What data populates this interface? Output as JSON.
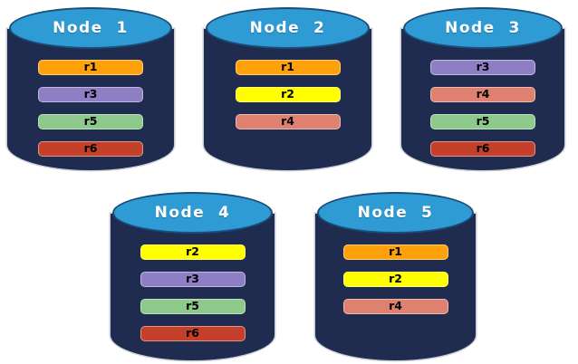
{
  "diagram": {
    "description_colors": {
      "background": "#FFFFFF",
      "cylinder_body": "#1F2C50",
      "cylinder_top": "#2F9BD5",
      "cylinder_top_stroke": "#1A4E79",
      "bar_text": "#000000",
      "node_text": "#FFFFFF"
    }
  },
  "replica_colors": {
    "r1": "#FFA10A",
    "r2": "#FFFF00",
    "r3": "#8E7FC5",
    "r4": "#DE8170",
    "r5": "#8CC98A",
    "r6": "#C4402A"
  },
  "nodes": [
    {
      "label": "Node  1",
      "rows": [
        {
          "label": "r1",
          "color": "#FFA10A"
        },
        {
          "label": "r3",
          "color": "#8E7FC5"
        },
        {
          "label": "r5",
          "color": "#8CC98A"
        },
        {
          "label": "r6",
          "color": "#C4402A"
        }
      ]
    },
    {
      "label": "Node  2",
      "rows": [
        {
          "label": "r1",
          "color": "#FFA10A"
        },
        {
          "label": "r2",
          "color": "#FFFF00"
        },
        {
          "label": "r4",
          "color": "#DE8170"
        }
      ]
    },
    {
      "label": "Node  3",
      "rows": [
        {
          "label": "r3",
          "color": "#8E7FC5"
        },
        {
          "label": "r4",
          "color": "#DE8170"
        },
        {
          "label": "r5",
          "color": "#8CC98A"
        },
        {
          "label": "r6",
          "color": "#C4402A"
        }
      ]
    },
    {
      "label": "Node  4",
      "rows": [
        {
          "label": "r2",
          "color": "#FFFF00"
        },
        {
          "label": "r3",
          "color": "#8E7FC5"
        },
        {
          "label": "r5",
          "color": "#8CC98A"
        },
        {
          "label": "r6",
          "color": "#C4402A"
        }
      ]
    },
    {
      "label": "Node  5",
      "rows": [
        {
          "label": "r1",
          "color": "#FFA10A"
        },
        {
          "label": "r2",
          "color": "#FFFF00"
        },
        {
          "label": "r4",
          "color": "#DE8170"
        }
      ]
    }
  ]
}
